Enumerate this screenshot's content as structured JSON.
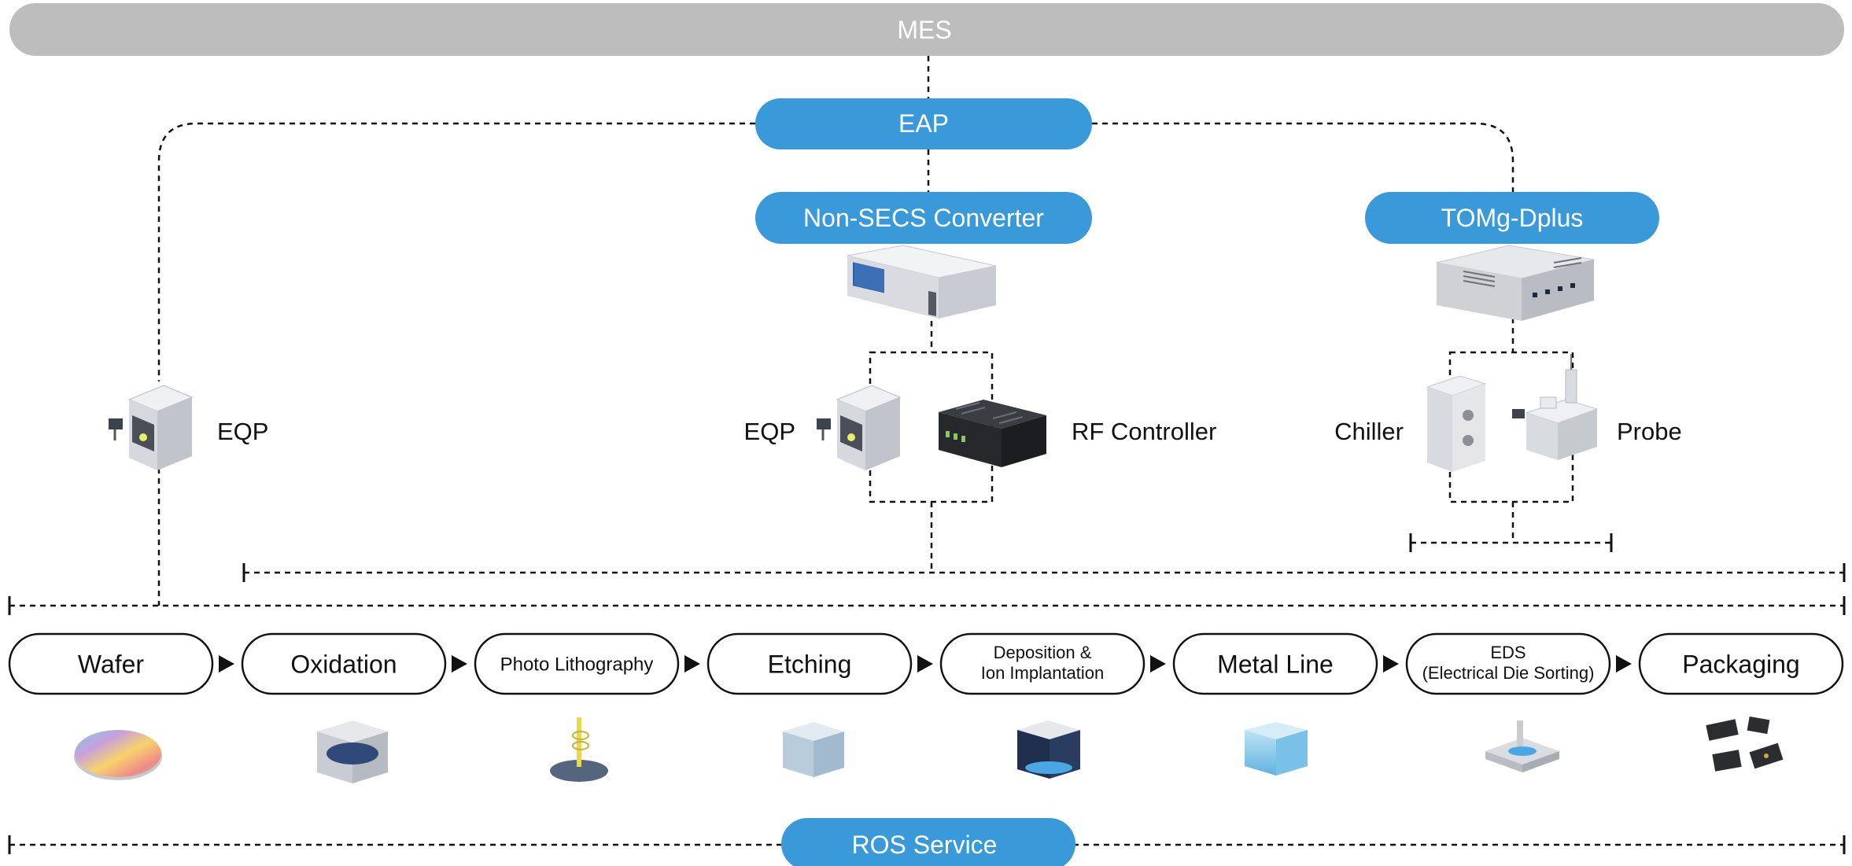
{
  "top_bar": {
    "label": "MES"
  },
  "nodes": {
    "eap": "EAP",
    "converter": "Non-SECS Converter",
    "tomg": "TOMg-Dplus",
    "ros": "ROS Service"
  },
  "equipment_labels": {
    "eqp_left": "EQP",
    "eqp_mid": "EQP",
    "rf": "RF Controller",
    "chiller": "Chiller",
    "probe": "Probe"
  },
  "process_steps": [
    {
      "lines": [
        "Wafer"
      ]
    },
    {
      "lines": [
        "Oxidation"
      ]
    },
    {
      "lines": [
        "Photo Lithography"
      ]
    },
    {
      "lines": [
        "Etching"
      ]
    },
    {
      "lines": [
        "Deposition &",
        "Ion Implantation"
      ]
    },
    {
      "lines": [
        "Metal Line"
      ]
    },
    {
      "lines": [
        "EDS",
        "(Electrical Die Sorting)"
      ]
    },
    {
      "lines": [
        "Packaging"
      ]
    }
  ],
  "colors": {
    "accent": "#3a9ad9",
    "top_bar": "#bdbdbd"
  }
}
